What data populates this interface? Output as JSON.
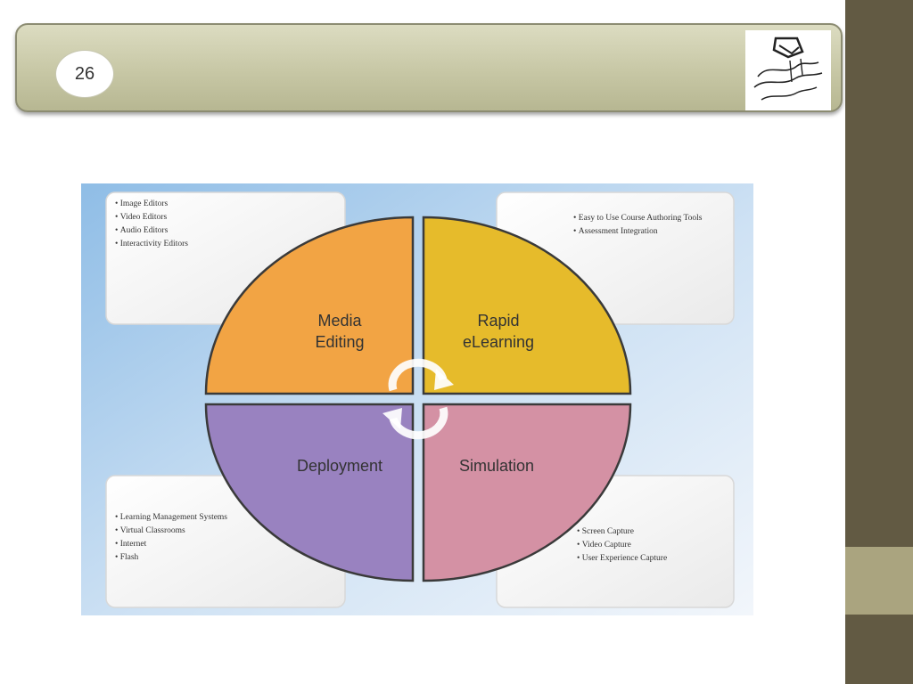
{
  "slide": {
    "page_number": "26"
  },
  "colors": {
    "sidebar": "#625a43",
    "sidebar_accent": "#aaa47f",
    "header": "#d0d0b0",
    "media_editing": "#f2a444",
    "rapid_elearning": "#e6bb2b",
    "deployment": "#9982c0",
    "simulation": "#d491a4"
  },
  "diagram": {
    "quadrants": {
      "media_editing": [
        "Media",
        "Editing"
      ],
      "rapid_elearning": [
        "Rapid",
        "eLearning"
      ],
      "deployment": "Deployment",
      "simulation": "Simulation"
    },
    "lists": {
      "media_editing": [
        "Image Editors",
        "Video Editors",
        "Audio Editors",
        "Interactivity Editors"
      ],
      "rapid_elearning": [
        "Easy to Use Course Authoring Tools",
        "Assessment Integration"
      ],
      "deployment": [
        "Learning Management Systems",
        "Virtual Classrooms",
        "Internet",
        "Flash"
      ],
      "simulation": [
        "Screen Capture",
        "Video Capture",
        "User Experience Capture"
      ]
    }
  }
}
